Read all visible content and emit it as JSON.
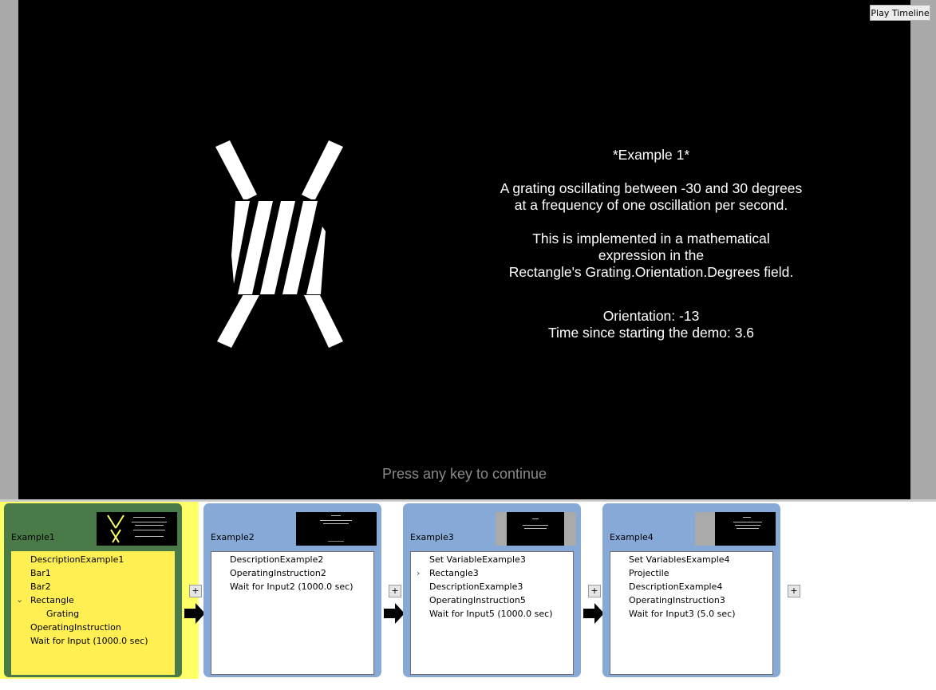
{
  "toolbar": {
    "play_label": "Play Timeline"
  },
  "stage": {
    "description": {
      "title": "*Example 1*",
      "line1": "A grating oscillating between -30 and 30 degrees",
      "line2": "at a frequency of one oscillation per second.",
      "line3": "This is implemented in a mathematical",
      "line4": "expression in the",
      "line5": "Rectangle's Grating.Orientation.Degrees field.",
      "orientation": "Orientation: -13",
      "time": "Time since starting the demo: 3.6"
    },
    "press_text": "Press any key to continue"
  },
  "timeline": {
    "nodes": [
      {
        "title": "Example1",
        "items": [
          "DescriptionExample1",
          "Bar1",
          "Bar2",
          "Rectangle",
          "Grating",
          "OperatingInstruction",
          "Wait for Input (1000.0 sec)"
        ]
      },
      {
        "title": "Example2",
        "items": [
          "DescriptionExample2",
          "OperatingInstruction2",
          "Wait for Input2 (1000.0 sec)"
        ]
      },
      {
        "title": "Example3",
        "items": [
          "Set VariableExample3",
          "Rectangle3",
          "DescriptionExample3",
          "OperatingInstruction5",
          "Wait for Input5 (1000.0 sec)"
        ]
      },
      {
        "title": "Example4",
        "items": [
          "Set VariablesExample4",
          "Projectile",
          "DescriptionExample4",
          "OperatingInstruction3",
          "Wait for Input3 (5.0 sec)"
        ]
      }
    ],
    "add_label": "+"
  },
  "colors": {
    "active_frame": "#4a7a48",
    "active_list": "#ffef52",
    "node_frame": "#86a9d8",
    "accent_yellow": "#ffff66"
  }
}
